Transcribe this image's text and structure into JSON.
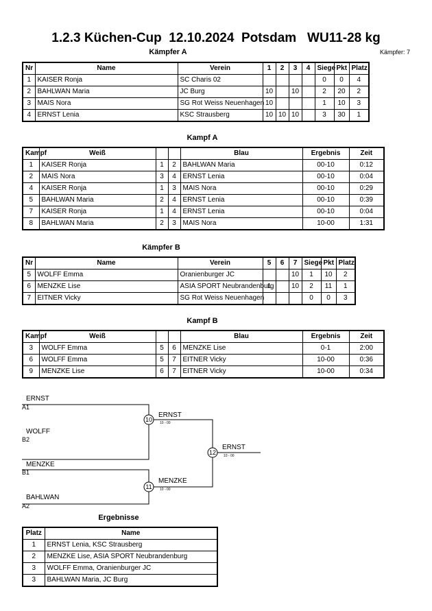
{
  "title": "1.2.3 Küchen-Cup  12.10.2024  Potsdam   WU11-28 kg",
  "kaempfer_count": "Kämpfer: 7",
  "pool_a": {
    "heading": "Kämpfer A",
    "headers": [
      "Nr",
      "Name",
      "Verein",
      "1",
      "2",
      "3",
      "4",
      "Siege",
      "Pkt",
      "Platz"
    ],
    "rows": [
      [
        "1",
        "KAISER Ronja",
        "SC Charis 02",
        "",
        "",
        "",
        "",
        "0",
        "0",
        "4"
      ],
      [
        "2",
        "BAHLWAN Maria",
        "JC Burg",
        "10",
        "",
        "10",
        "",
        "2",
        "20",
        "2"
      ],
      [
        "3",
        "MAIS Nora",
        "SG Rot Weiss Neuenhagen",
        "10",
        "",
        "",
        "",
        "1",
        "10",
        "3"
      ],
      [
        "4",
        "ERNST Lenia",
        "KSC Strausberg",
        "10",
        "10",
        "10",
        "",
        "3",
        "30",
        "1"
      ]
    ]
  },
  "fights_a": {
    "heading": "Kampf A",
    "headers": [
      "Kampf",
      "Weiß",
      "Blau",
      "Ergebnis",
      "Zeit"
    ],
    "rows": [
      [
        "1",
        "KAISER Ronja",
        "1",
        "2",
        "BAHLWAN Maria",
        "00-10",
        "0:12"
      ],
      [
        "2",
        "MAIS Nora",
        "3",
        "4",
        "ERNST Lenia",
        "00-10",
        "0:04"
      ],
      [
        "4",
        "KAISER Ronja",
        "1",
        "3",
        "MAIS Nora",
        "00-10",
        "0:29"
      ],
      [
        "5",
        "BAHLWAN Maria",
        "2",
        "4",
        "ERNST Lenia",
        "00-10",
        "0:39"
      ],
      [
        "7",
        "KAISER Ronja",
        "1",
        "4",
        "ERNST Lenia",
        "00-10",
        "0:04"
      ],
      [
        "8",
        "BAHLWAN Maria",
        "2",
        "3",
        "MAIS Nora",
        "10-00",
        "1:31"
      ]
    ]
  },
  "pool_b": {
    "heading": "Kämpfer B",
    "headers": [
      "Nr",
      "Name",
      "Verein",
      "5",
      "6",
      "7",
      "Siege",
      "Pkt",
      "Platz"
    ],
    "rows": [
      [
        "5",
        "WOLFF Emma",
        "Oranienburger JC",
        "",
        "",
        "10",
        "1",
        "10",
        "2"
      ],
      [
        "6",
        "MENZKE Lise",
        "ASIA SPORT Neubrandenburg",
        "1",
        "",
        "10",
        "2",
        "11",
        "1"
      ],
      [
        "7",
        "EITNER Vicky",
        "SG Rot Weiss Neuenhagen",
        "",
        "",
        "",
        "0",
        "0",
        "3"
      ]
    ]
  },
  "fights_b": {
    "heading": "Kampf B",
    "headers": [
      "Kampf",
      "Weiß",
      "Blau",
      "Ergebnis",
      "Zeit"
    ],
    "rows": [
      [
        "3",
        "WOLFF Emma",
        "5",
        "6",
        "MENZKE Lise",
        "0-1",
        "2:00"
      ],
      [
        "6",
        "WOLFF Emma",
        "5",
        "7",
        "EITNER Vicky",
        "10-00",
        "0:36"
      ],
      [
        "9",
        "MENZKE Lise",
        "6",
        "7",
        "EITNER Vicky",
        "10-00",
        "0:34"
      ]
    ]
  },
  "bracket": {
    "sf1_top": {
      "name": "ERNST",
      "seed": "A1"
    },
    "sf1_bottom": {
      "name": "WOLFF",
      "seed": "B2"
    },
    "sf2_top": {
      "name": "MENZKE",
      "seed": "B1"
    },
    "sf2_bottom": {
      "name": "BAHLWAN",
      "seed": "A2"
    },
    "sf1": {
      "fight": "10",
      "winner": "ERNST",
      "score": "10 - 00"
    },
    "sf2": {
      "fight": "11",
      "winner": "MENZKE",
      "score": "10 - 00"
    },
    "final": {
      "fight": "12",
      "winner": "ERNST",
      "score": "10 - 00"
    }
  },
  "results": {
    "heading": "Ergebnisse",
    "headers": [
      "Platz",
      "Name"
    ],
    "rows": [
      [
        "1",
        "ERNST Lenia, KSC Strausberg"
      ],
      [
        "2",
        "MENZKE Lise, ASIA SPORT Neubrandenburg"
      ],
      [
        "3",
        "WOLFF Emma, Oranienburger JC"
      ],
      [
        "3",
        "BAHLWAN Maria, JC Burg"
      ]
    ]
  }
}
